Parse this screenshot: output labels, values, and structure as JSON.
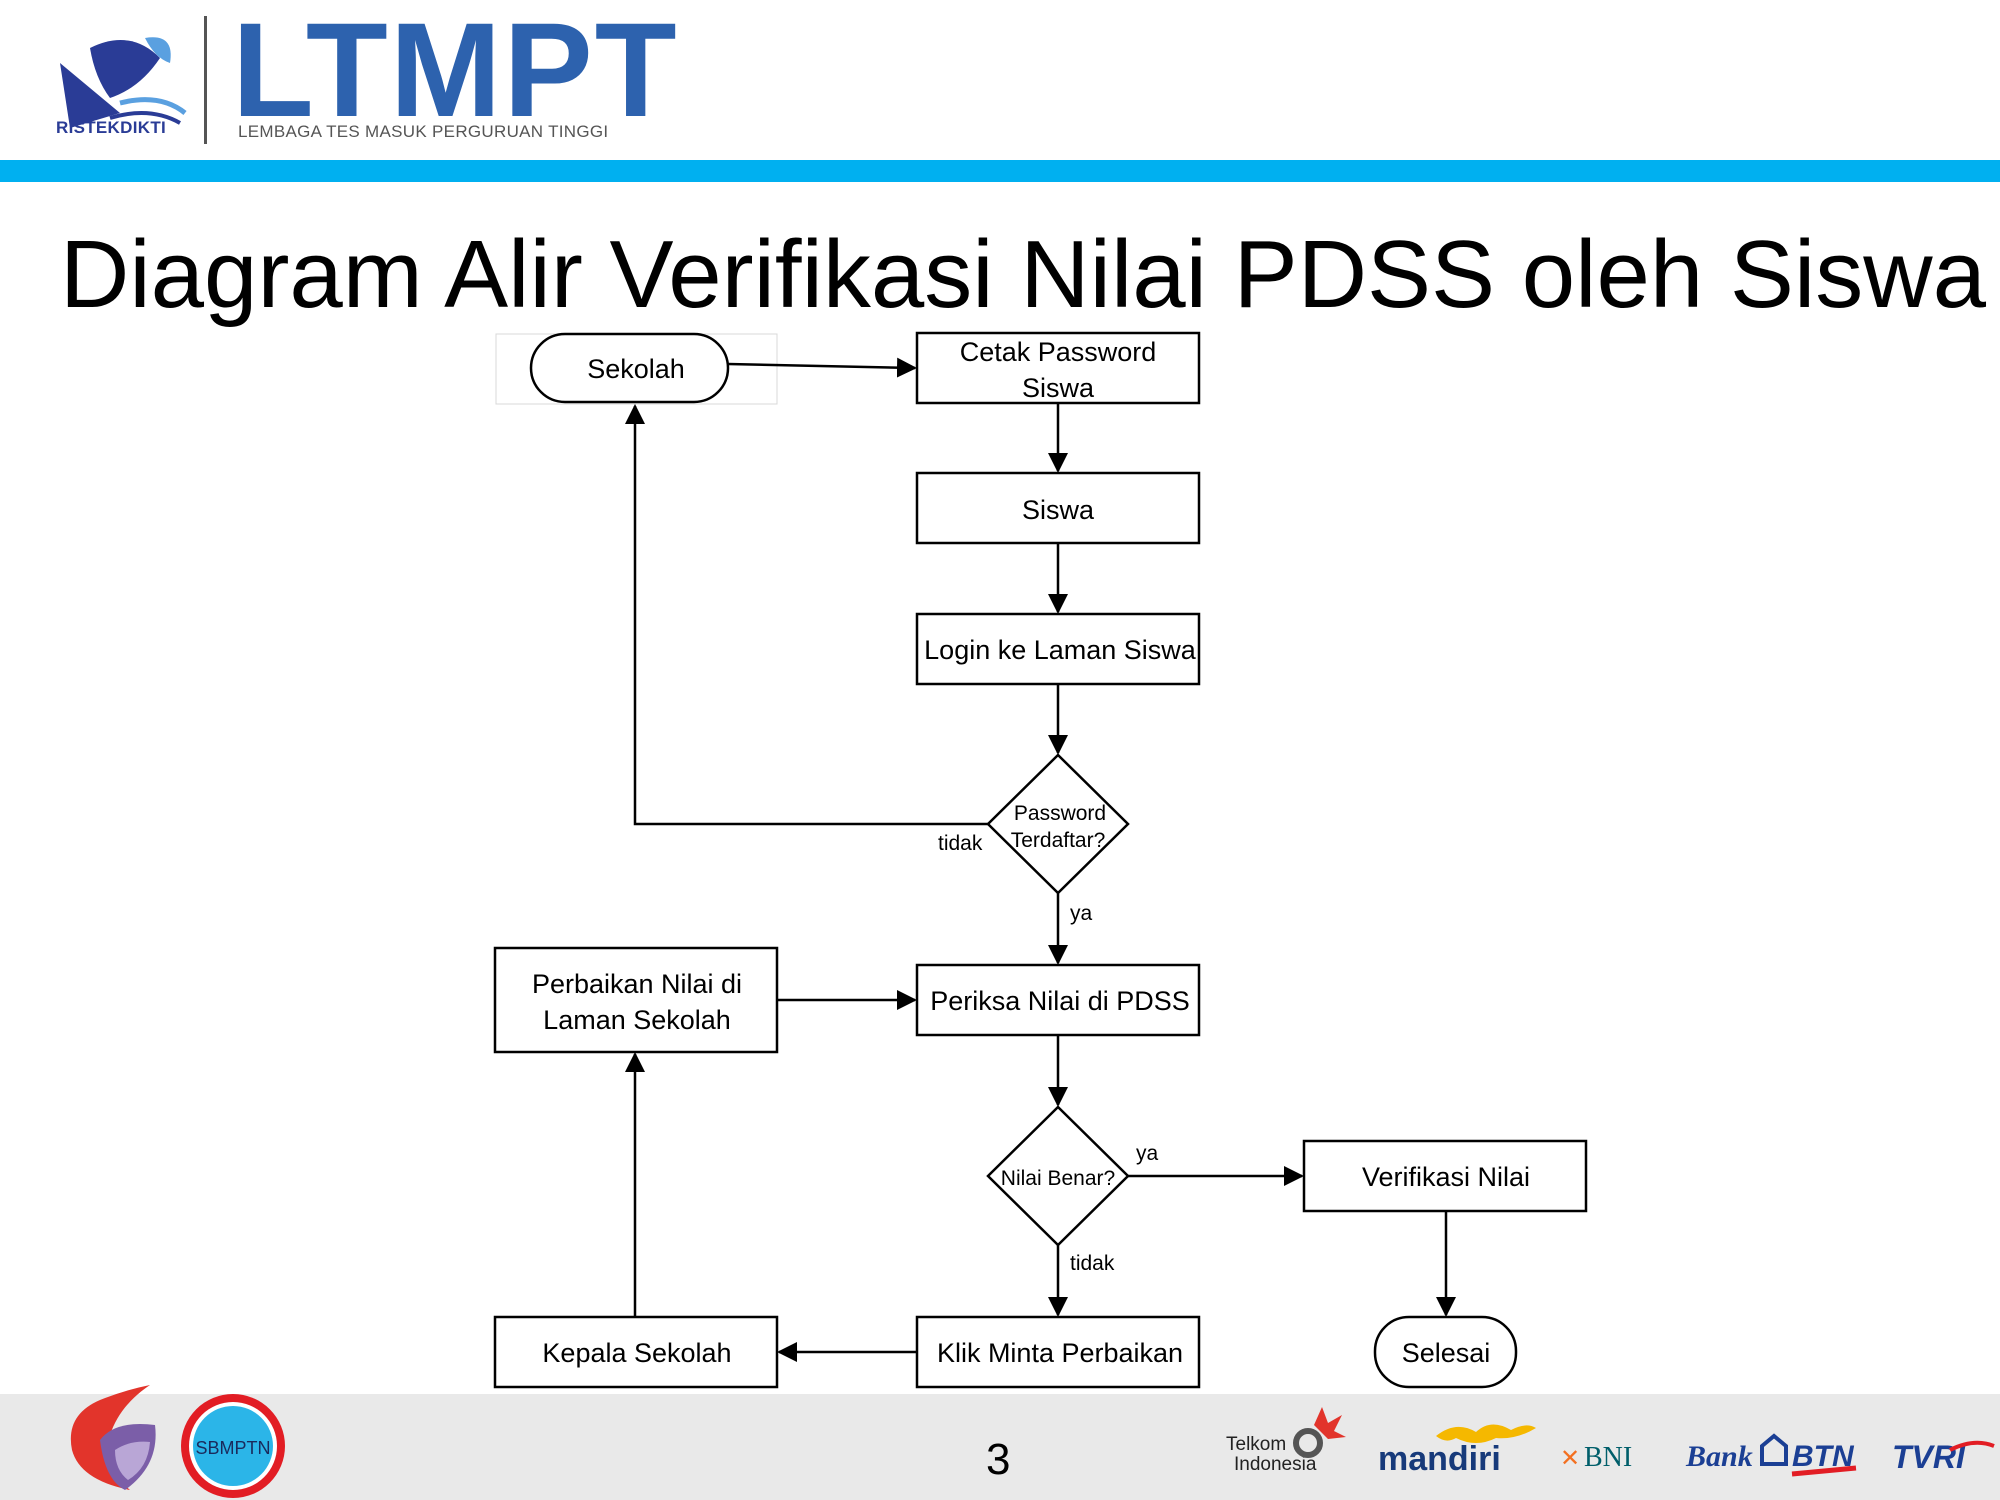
{
  "header": {
    "ristek_label": "RISTEKDIKTI",
    "brand": "LTMPT",
    "brand_subtitle": "LEMBAGA TES MASUK PERGURUAN TINGGI"
  },
  "title": "Diagram Alir Verifikasi Nilai PDSS oleh Siswa",
  "flowchart": {
    "nodes": {
      "sekolah": "Sekolah",
      "cetak_line1": "Cetak Password",
      "cetak_line2": "Siswa",
      "siswa": "Siswa",
      "login": "Login ke Laman Siswa",
      "decision1_line1": "Password",
      "decision1_line2": "Terdaftar?",
      "perbaikan_line1": "Perbaikan Nilai di",
      "perbaikan_line2": "Laman Sekolah",
      "periksa": "Periksa Nilai di PDSS",
      "decision2": "Nilai Benar?",
      "verifikasi": "Verifikasi Nilai",
      "kepala": "Kepala Sekolah",
      "klik": "Klik Minta Perbaikan",
      "selesai": "Selesai"
    },
    "edge_labels": {
      "d1_no": "tidak",
      "d1_yes": "ya",
      "d2_yes": "ya",
      "d2_no": "tidak"
    }
  },
  "footer": {
    "page_number": "3",
    "sbmptn": "SBMPTN",
    "telkom_line1": "Telkom",
    "telkom_line2": "Indonesia",
    "mandiri": "mandiri",
    "bni": "BNI",
    "btn_bank": "Bank",
    "btn": "BTN",
    "tvri": "TVRI"
  },
  "colors": {
    "accent_bar": "#00b0f0",
    "brand_blue": "#2d62ae",
    "footer_bg": "#e9e9e9"
  }
}
